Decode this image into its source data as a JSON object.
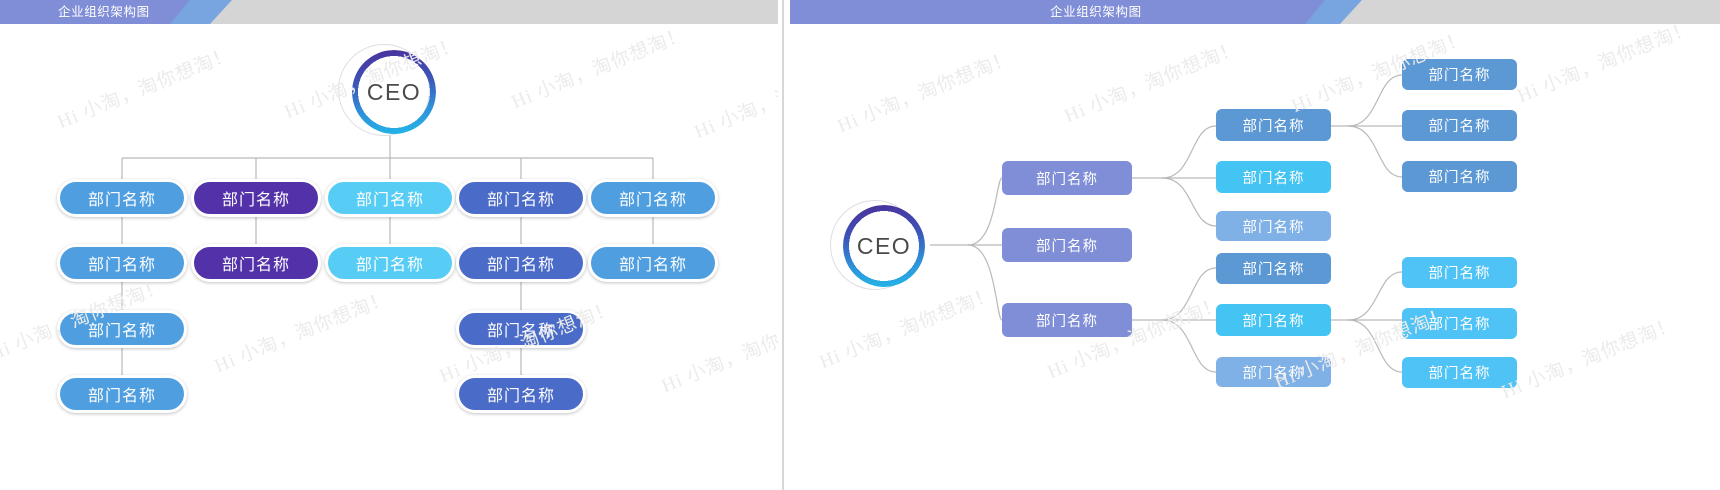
{
  "meta": {
    "node_label": "部门名称",
    "ceo_label": "CEO",
    "watermark": "Hi 小淘，淘你想淘！"
  },
  "colors": {
    "header_dark": "#7f8ed6",
    "header_mid": "#78a5e0",
    "header_gray": "#d5d5d5",
    "blue": "#4f9fe0",
    "purple": "#5331a8",
    "cyan": "#57cdf5",
    "periwinkle": "#4a6bc8",
    "steel": "#5b98d4",
    "sky": "#4fc3f5",
    "light_blue": "#7fb0e6",
    "connector": "#b9b9b9",
    "text_white": "#ffffff",
    "ceo_text": "#4a4a4a"
  },
  "slides": [
    {
      "id": "slide-left",
      "header": {
        "title": "企业组织架构图"
      },
      "root": {
        "label": "CEO"
      },
      "columns": [
        {
          "color_key": "blue",
          "nodes": [
            "部门名称",
            "部门名称",
            "部门名称",
            "部门名称"
          ]
        },
        {
          "color_key": "purple",
          "nodes": [
            "部门名称",
            "部门名称"
          ]
        },
        {
          "color_key": "cyan",
          "nodes": [
            "部门名称",
            "部门名称"
          ]
        },
        {
          "color_key": "periwinkle",
          "nodes": [
            "部门名称",
            "部门名称",
            "部门名称",
            "部门名称"
          ]
        },
        {
          "color_key": "blue",
          "nodes": [
            "部门名称",
            "部门名称"
          ]
        }
      ]
    },
    {
      "id": "slide-right",
      "header": {
        "title": "企业组织架构图"
      },
      "root": {
        "label": "CEO"
      },
      "level1": [
        {
          "label": "部门名称",
          "color_key": "periwinkle"
        },
        {
          "label": "部门名称",
          "color_key": "periwinkle"
        },
        {
          "label": "部门名称",
          "color_key": "periwinkle"
        }
      ],
      "level2_top": [
        {
          "label": "部门名称",
          "color_key": "steel"
        },
        {
          "label": "部门名称",
          "color_key": "sky"
        },
        {
          "label": "部门名称",
          "color_key": "light_blue"
        }
      ],
      "level2_bottom": [
        {
          "label": "部门名称",
          "color_key": "steel"
        },
        {
          "label": "部门名称",
          "color_key": "sky"
        },
        {
          "label": "部门名称",
          "color_key": "light_blue"
        }
      ],
      "level3_top": [
        {
          "label": "部门名称",
          "color_key": "steel"
        },
        {
          "label": "部门名称",
          "color_key": "steel"
        },
        {
          "label": "部门名称",
          "color_key": "steel"
        }
      ],
      "level3_bottom": [
        {
          "label": "部门名称",
          "color_key": "sky"
        },
        {
          "label": "部门名称",
          "color_key": "sky"
        },
        {
          "label": "部门名称",
          "color_key": "sky"
        }
      ]
    }
  ]
}
